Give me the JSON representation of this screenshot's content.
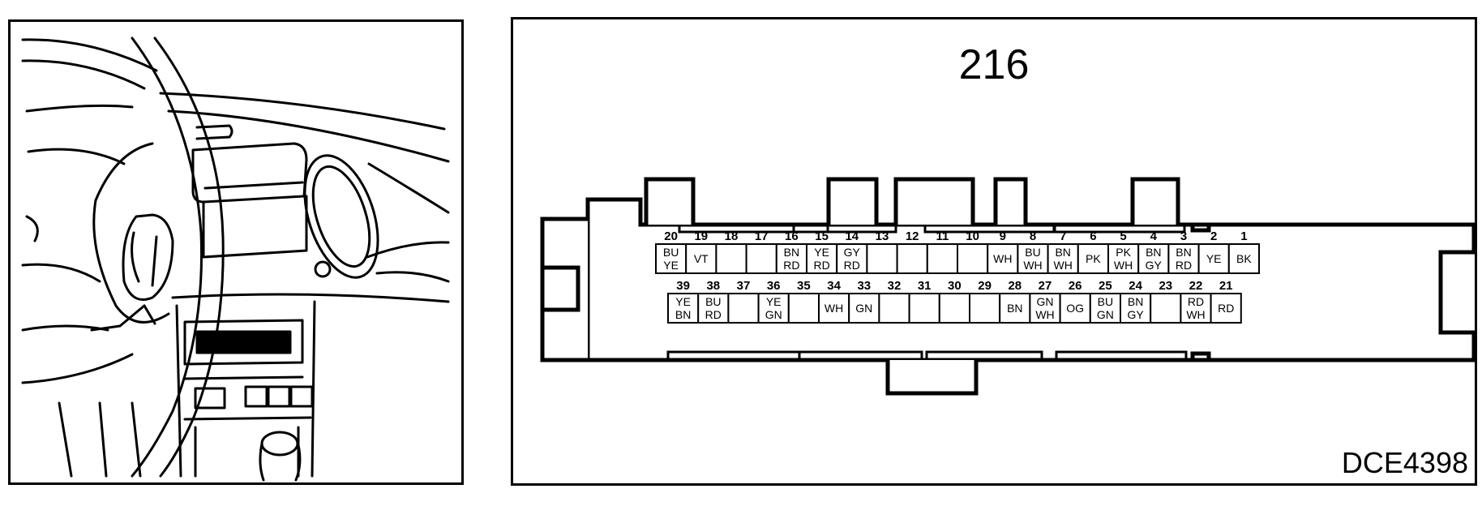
{
  "figure": {
    "connector_number": "216",
    "reference_code": "DCE4398"
  },
  "connector": {
    "row1": {
      "pins": [
        "20",
        "19",
        "18",
        "17",
        "16",
        "15",
        "14",
        "13",
        "12",
        "11",
        "10",
        "9",
        "8",
        "7",
        "6",
        "5",
        "4",
        "3",
        "2",
        "1"
      ],
      "wires": [
        [
          "BU",
          "YE"
        ],
        [
          "VT"
        ],
        [],
        [],
        [
          "BN",
          "RD"
        ],
        [
          "YE",
          "RD"
        ],
        [
          "GY",
          "RD"
        ],
        [],
        [],
        [],
        [],
        [
          "WH"
        ],
        [
          "BU",
          "WH"
        ],
        [
          "BN",
          "WH"
        ],
        [
          "PK"
        ],
        [
          "PK",
          "WH"
        ],
        [
          "BN",
          "GY"
        ],
        [
          "BN",
          "RD"
        ],
        [
          "YE"
        ],
        [
          "BK"
        ]
      ]
    },
    "row2": {
      "pins": [
        "39",
        "38",
        "37",
        "36",
        "35",
        "34",
        "33",
        "32",
        "31",
        "30",
        "29",
        "28",
        "27",
        "26",
        "25",
        "24",
        "23",
        "22",
        "21"
      ],
      "wires": [
        [
          "YE",
          "BN"
        ],
        [
          "BU",
          "RD"
        ],
        [],
        [
          "YE",
          "GN"
        ],
        [],
        [
          "WH"
        ],
        [
          "GN"
        ],
        [],
        [],
        [],
        [],
        [
          "BN"
        ],
        [
          "GN",
          "WH"
        ],
        [
          "OG"
        ],
        [
          "BU",
          "GN"
        ],
        [
          "BN",
          "GY"
        ],
        [],
        [
          "RD",
          "WH"
        ],
        [
          "RD"
        ]
      ]
    }
  }
}
